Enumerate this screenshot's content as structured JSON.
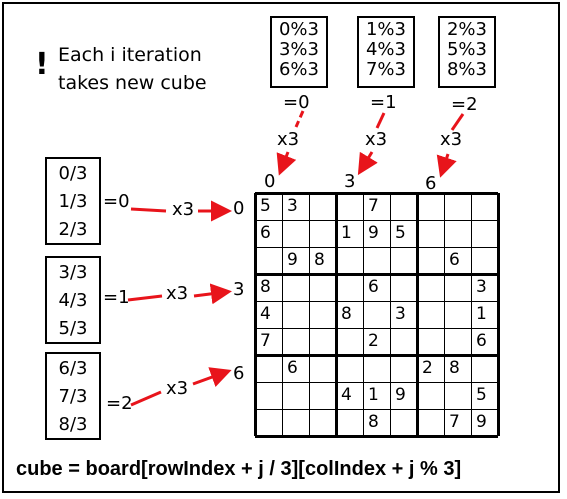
{
  "note": {
    "icon": "exclamation-icon",
    "line1": "Each i iteration",
    "line2": "takes new cube"
  },
  "columns": [
    {
      "ops": [
        "0%3",
        "3%3",
        "6%3"
      ],
      "result": "=0",
      "mult": "x3",
      "offset": "0"
    },
    {
      "ops": [
        "1%3",
        "4%3",
        "7%3"
      ],
      "result": "=1",
      "mult": "x3",
      "offset": "3"
    },
    {
      "ops": [
        "2%3",
        "5%3",
        "8%3"
      ],
      "result": "=2",
      "mult": "x3",
      "offset": "6"
    }
  ],
  "rows": [
    {
      "ops": [
        "0/3",
        "1/3",
        "2/3"
      ],
      "result": "=0",
      "mult": "x3",
      "offset": "0"
    },
    {
      "ops": [
        "3/3",
        "4/3",
        "5/3"
      ],
      "result": "=1",
      "mult": "x3",
      "offset": "3"
    },
    {
      "ops": [
        "6/3",
        "7/3",
        "8/3"
      ],
      "result": "=2",
      "mult": "x3",
      "offset": "6"
    }
  ],
  "board": [
    [
      "5",
      "3",
      "",
      "",
      "7",
      "",
      "",
      "",
      ""
    ],
    [
      "6",
      "",
      "",
      "1",
      "9",
      "5",
      "",
      "",
      ""
    ],
    [
      "",
      "9",
      "8",
      "",
      "",
      "",
      "",
      "6",
      ""
    ],
    [
      "8",
      "",
      "",
      "",
      "6",
      "",
      "",
      "",
      "3"
    ],
    [
      "4",
      "",
      "",
      "8",
      "",
      "3",
      "",
      "",
      "1"
    ],
    [
      "7",
      "",
      "",
      "",
      "2",
      "",
      "",
      "",
      "6"
    ],
    [
      "",
      "6",
      "",
      "",
      "",
      "",
      "2",
      "8",
      ""
    ],
    [
      "",
      "",
      "",
      "4",
      "1",
      "9",
      "",
      "",
      "5"
    ],
    [
      "",
      "",
      "",
      "",
      "8",
      "",
      "",
      "7",
      "9"
    ]
  ],
  "formula": "cube = board[rowIndex + j / 3][colIndex + j % 3]",
  "colors": {
    "arrow": "#e8141b",
    "line": "#000000",
    "background": "#ffffff"
  }
}
